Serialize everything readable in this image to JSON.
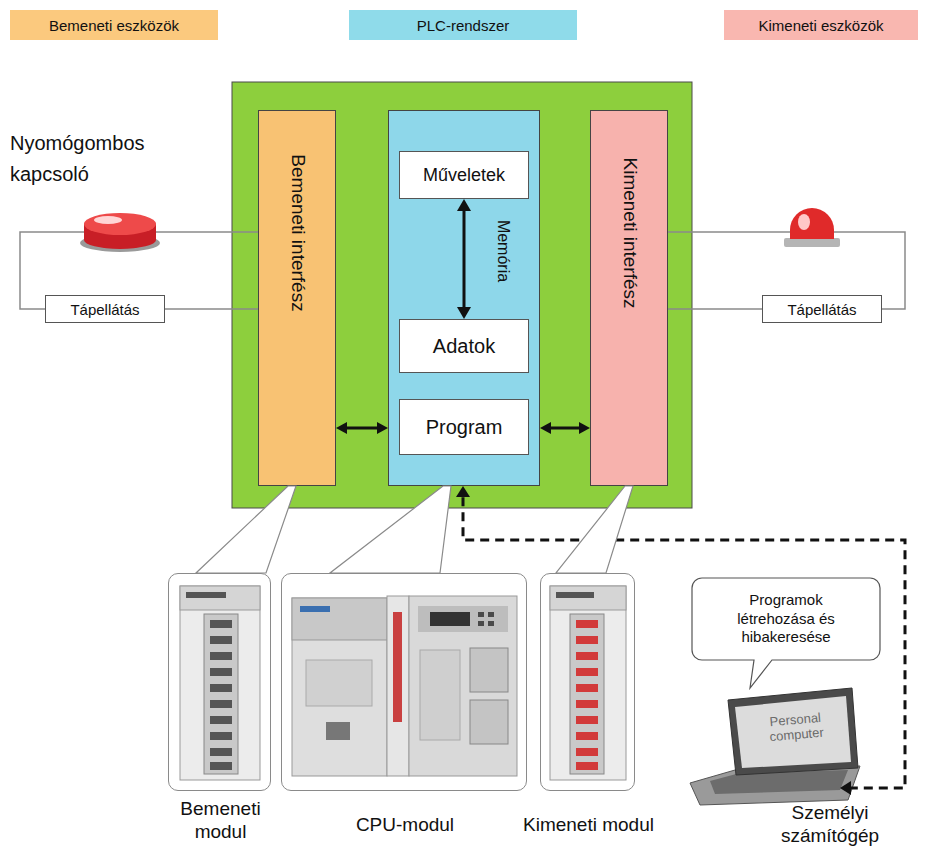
{
  "diagram": {
    "nodes": [
      {
        "text": [
          "Bemeneti eszközök"
        ]
      },
      {
        "text": [
          "PLC-rendszer"
        ]
      },
      {
        "text": [
          "Kimeneti eszközök"
        ]
      },
      {
        "text": [
          "Tápellátás"
        ]
      },
      {
        "text": [
          "Bemeneti interfész"
        ]
      },
      {
        "text": [
          "Memória"
        ]
      },
      {
        "text": [
          "Műveletek"
        ],
        "in": 5
      },
      {
        "text": [
          "Adatok"
        ],
        "in": 5
      },
      {
        "text": [
          "Program"
        ],
        "in": 5
      },
      {
        "text": [
          "Kimeneti interfész"
        ]
      },
      {
        "text": [
          "Tápellátás"
        ]
      },
      {
        "text": [
          "Programok létrehozása és hibakeresése"
        ]
      },
      {
        "text": [
          "Bemeneti modul"
        ]
      },
      {
        "text": [
          "CPU-modul"
        ]
      },
      {
        "text": [
          "Kimeneti modul"
        ]
      },
      {
        "text": [
          "Személyi számítógép"
        ]
      }
    ],
    "edges": [
      {
        "from": 3,
        "to": 4,
        "arrow": "none"
      },
      {
        "from": 4,
        "to": 5,
        "arrow": "both"
      },
      {
        "from": 5,
        "to": 9,
        "arrow": "both"
      },
      {
        "from": 9,
        "to": 10,
        "arrow": "none"
      },
      {
        "from": 6,
        "to": 7,
        "arrow": "both"
      },
      {
        "from": 15,
        "to": 5,
        "arrow": "both"
      },
      {
        "from": 4,
        "to": 12,
        "arrow": "none"
      },
      {
        "from": 5,
        "to": 13,
        "arrow": "none"
      },
      {
        "from": 9,
        "to": 14,
        "arrow": "none"
      }
    ],
    "labels": [
      "Nyomógombos kapcsoló",
      "Personal computer"
    ]
  }
}
